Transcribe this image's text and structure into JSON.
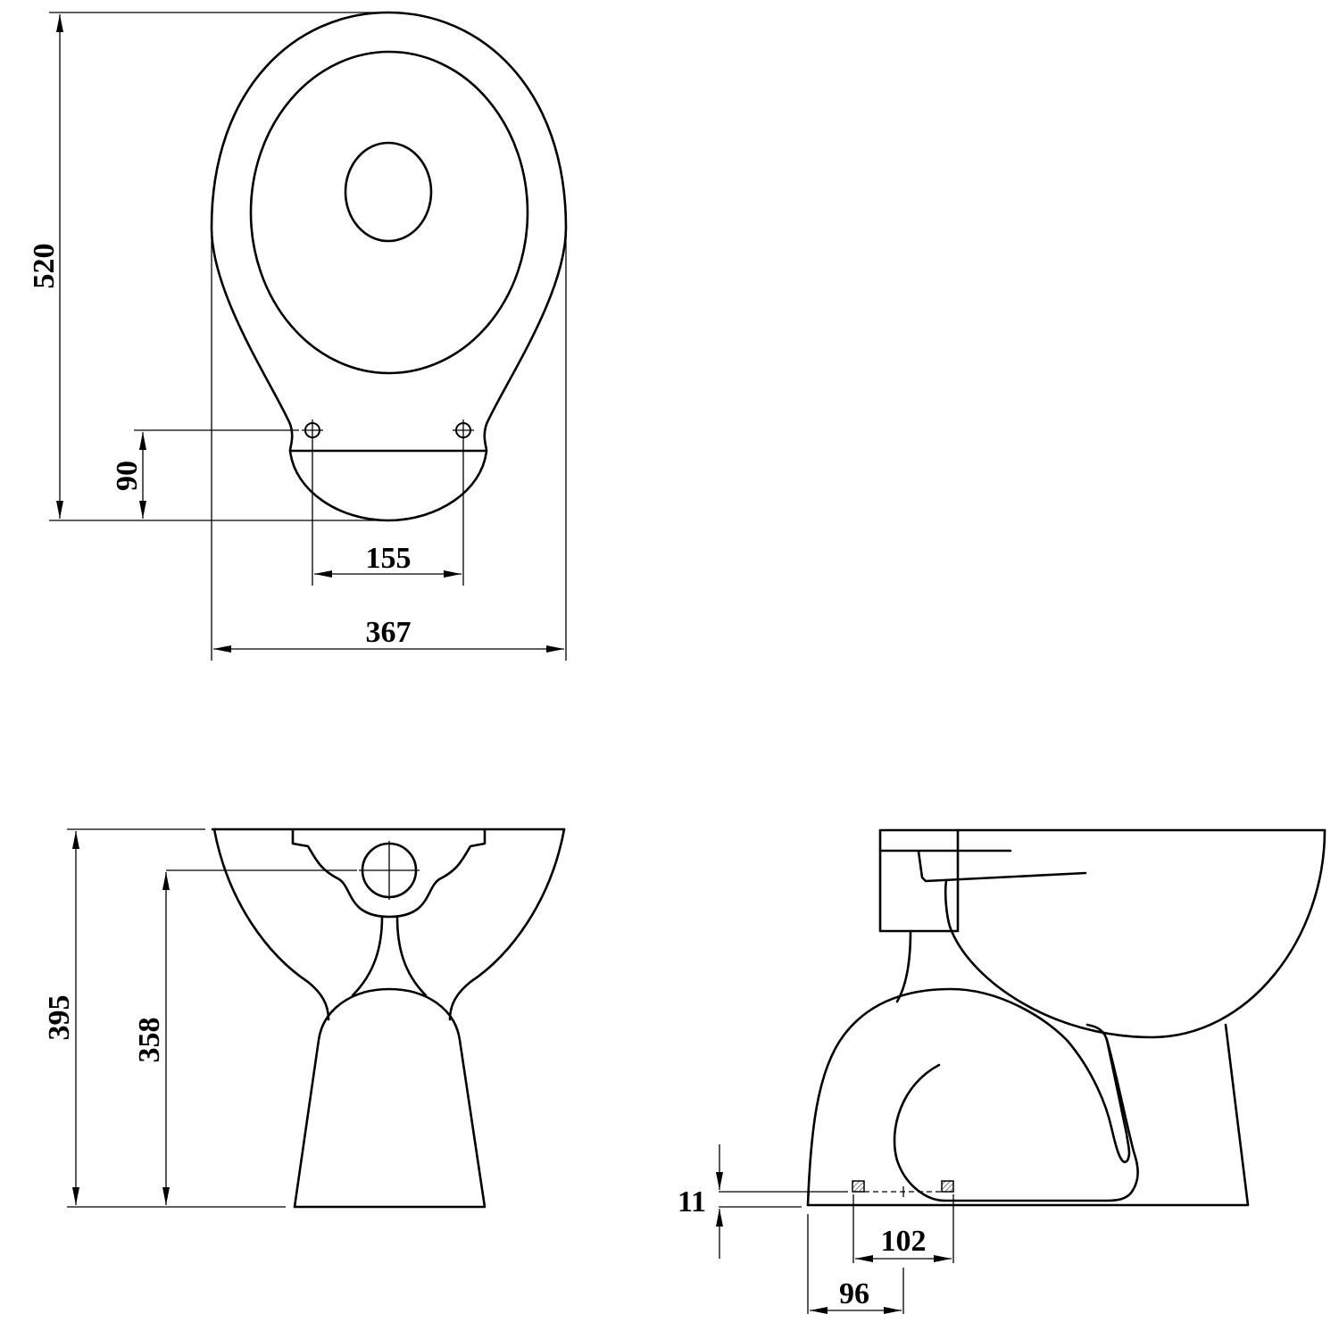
{
  "drawing": {
    "top_view": {
      "dimensions": {
        "overall_length": "520",
        "fixing_holes_offset": "90",
        "fixing_holes_spacing": "155",
        "overall_width": "367"
      }
    },
    "front_view": {
      "dimensions": {
        "overall_height": "395",
        "inlet_height": "358"
      }
    },
    "side_view": {
      "dimensions": {
        "floor_offset": "11",
        "outlet_spacing": "102",
        "outlet_distance": "96"
      }
    },
    "colors": {
      "line": "#000000",
      "background": "#ffffff"
    }
  }
}
